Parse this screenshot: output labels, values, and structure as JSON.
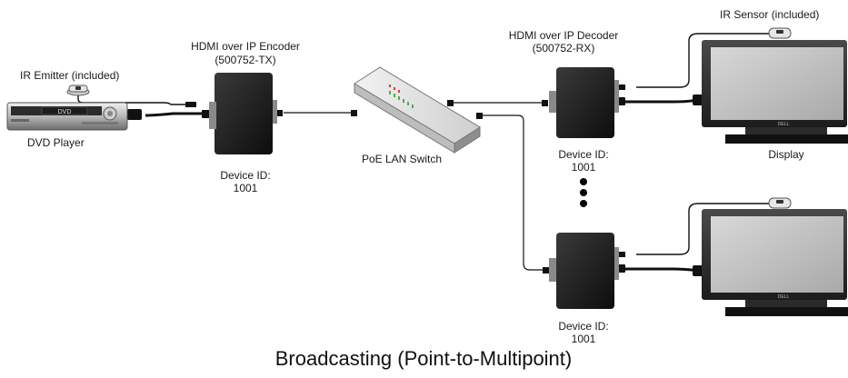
{
  "diagram": {
    "caption": "Broadcasting (Point-to-Multipoint)",
    "dvd_player": {
      "label": "DVD Player",
      "screen_text": "DVD"
    },
    "ir_emitter": {
      "label": "IR Emitter (included)"
    },
    "encoder": {
      "title": "HDMI over IP Encoder",
      "model": "(500752-TX)",
      "device_id_label": "Device ID:",
      "device_id": "1001"
    },
    "switch": {
      "label": "PoE LAN Switch"
    },
    "decoder_top": {
      "title": "HDMI over IP Decoder",
      "model": "(500752-RX)",
      "device_id_label": "Device ID:",
      "device_id": "1001"
    },
    "decoder_bottom": {
      "device_id_label": "Device ID:",
      "device_id": "1001"
    },
    "ir_sensor": {
      "label": "IR Sensor (included)"
    },
    "display_top": {
      "label": "Display",
      "brand": "DELL"
    },
    "display_bottom": {
      "brand": "DELL"
    }
  }
}
